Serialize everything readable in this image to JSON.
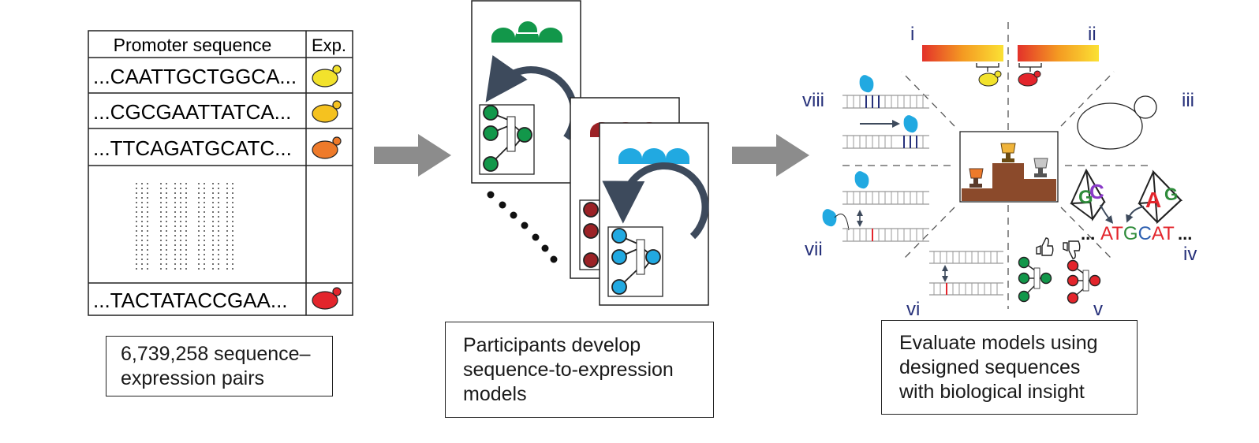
{
  "panel1": {
    "table_header": {
      "sequence": "Promoter sequence",
      "expression": "Exp."
    },
    "rows": [
      {
        "sequence": "...CAATTGCTGGCA...",
        "cell_color": "#f2e22c"
      },
      {
        "sequence": "...CGCGAATTATCA...",
        "cell_color": "#f5c21f"
      },
      {
        "sequence": "...TTCAGATGCATC...",
        "cell_color": "#ee7a2a"
      },
      {
        "sequence": "...TACTATACCGAA...",
        "cell_color": "#e3252c"
      }
    ],
    "caption": [
      "6,739,258 sequence–",
      "expression pairs"
    ]
  },
  "panel2": {
    "team_colors": [
      "#12974a",
      "#9b2226",
      "#21a9e1"
    ],
    "caption": [
      "Participants develop",
      "sequence-to-expression",
      "models"
    ]
  },
  "panel3": {
    "labels": {
      "i": "i",
      "ii": "ii",
      "iii": "iii",
      "iv": "iv",
      "v": "v",
      "vi": "vi",
      "vii": "vii",
      "viii": "viii"
    },
    "motif_left": [
      "G",
      "C"
    ],
    "motif_right": [
      "A",
      "G"
    ],
    "sequence_letters": [
      {
        "char": "A",
        "color": "#e3252c"
      },
      {
        "char": "T",
        "color": "#e3252c"
      },
      {
        "char": "G",
        "color": "#2e8b3a"
      },
      {
        "char": "C",
        "color": "#2d5fb0"
      },
      {
        "char": "A",
        "color": "#e3252c"
      },
      {
        "char": "T",
        "color": "#e3252c"
      }
    ],
    "dots_left": "...",
    "dots_right": "...",
    "caption": [
      "Evaluate models using",
      "designed sequences",
      "with biological insight"
    ]
  },
  "colors": {
    "arrow": "#8c8c8c",
    "cycle_arrow": "#3d4a5c",
    "label": "#26307a",
    "tf": "#21a9e1",
    "podium": "#8b4a2b",
    "good": "#12974a",
    "bad": "#e3252c"
  }
}
